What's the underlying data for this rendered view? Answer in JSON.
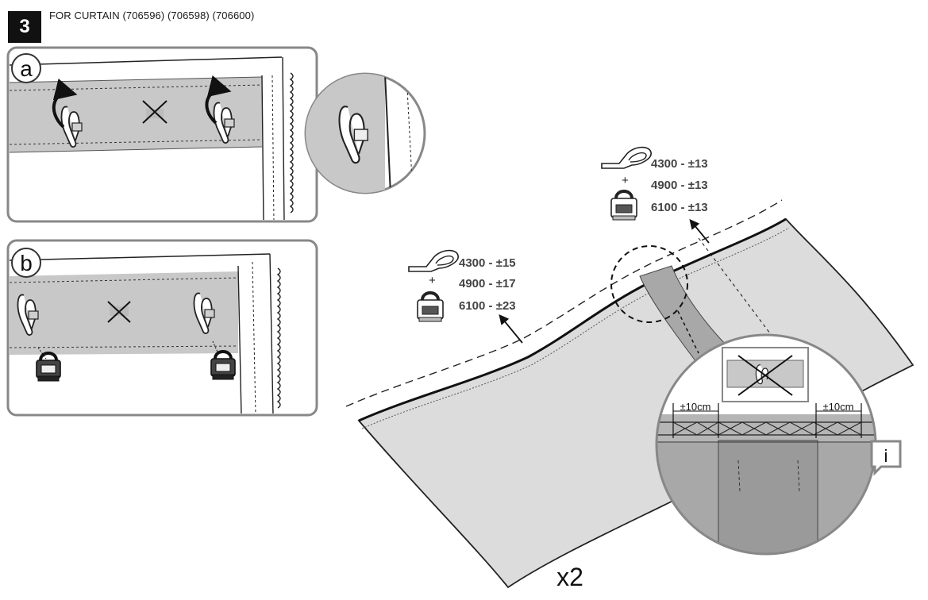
{
  "header": {
    "step_number": "3",
    "title": "FOR CURTAIN  (706596) (706598) (706600)"
  },
  "panels": {
    "a": {
      "label": "a"
    },
    "b": {
      "label": "b"
    }
  },
  "specs": {
    "small": {
      "rows": [
        {
          "code": "4300",
          "qty": "±15"
        },
        {
          "code": "4900",
          "qty": "±17"
        },
        {
          "code": "6100",
          "qty": "±23"
        }
      ],
      "plus": "+",
      "sep": " - "
    },
    "large": {
      "rows": [
        {
          "code": "4300",
          "qty": "±13"
        },
        {
          "code": "4900",
          "qty": "±13"
        },
        {
          "code": "6100",
          "qty": "±13"
        }
      ],
      "plus": "+",
      "sep": " - "
    }
  },
  "detail": {
    "left_dim": "±10cm",
    "right_dim": "±10cm",
    "info_label": "i"
  },
  "multiplier": "x2",
  "colors": {
    "tape_gray": "#c8c8c8",
    "fabric_gray": "#dcdcdc",
    "detail_gray": "#a8a8a8",
    "panel_border": "#888888",
    "ink": "#1a1a1a"
  }
}
